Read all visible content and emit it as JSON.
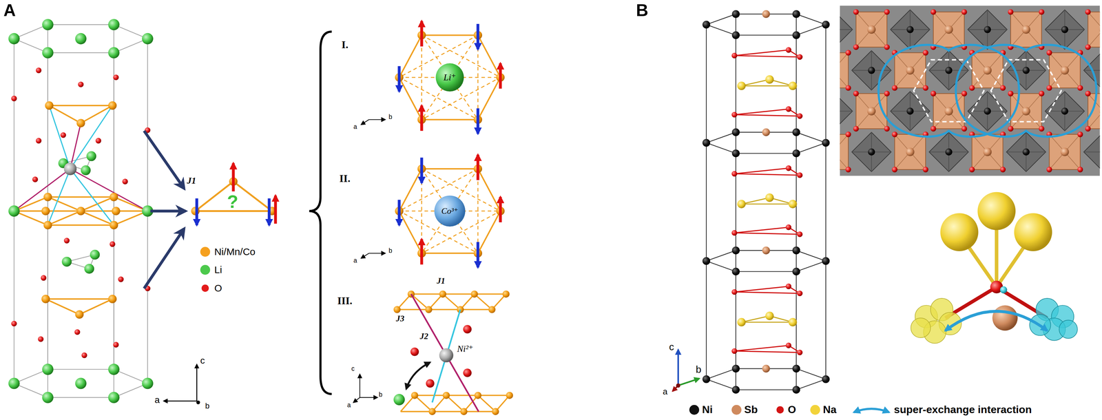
{
  "diagram": {
    "labels": [
      "A",
      "B",
      "c",
      "a",
      "b",
      "J1",
      "?",
      "I.",
      "Li⁺",
      "a",
      "b",
      "II.",
      "Co³⁺",
      "a",
      "b",
      "III.",
      "J1",
      "J3",
      "J2",
      "Ni²⁺",
      "c",
      "a",
      "b",
      "c",
      "a",
      "b"
    ],
    "legend": [
      {
        "text": "Ni/Mn/Co",
        "color": "#f5a01e"
      },
      {
        "text": "Li",
        "color": "#4cc94c"
      },
      {
        "text": "O",
        "color": "#e31b1b"
      },
      {
        "text": "Ni",
        "color": "#111111"
      },
      {
        "text": "Sb",
        "color": "#cf8a5e"
      },
      {
        "text": "O",
        "color": "#d41414"
      },
      {
        "text": "Na",
        "color": "#f2d33a"
      },
      {
        "text": "super-exchange interaction"
      }
    ]
  }
}
